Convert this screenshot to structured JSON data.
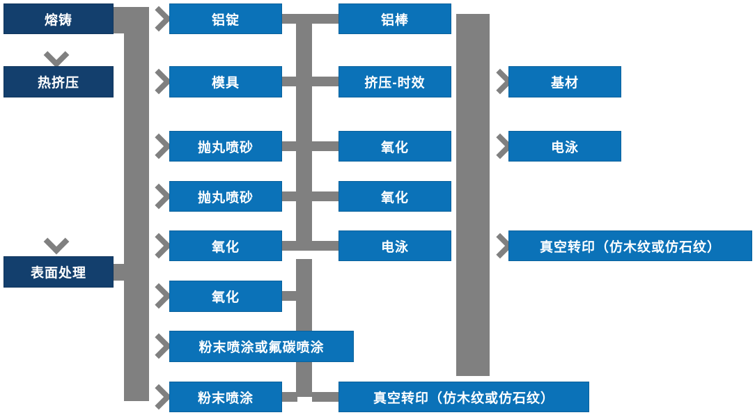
{
  "colors": {
    "dark": "#133f6d",
    "blue": "#0b72b8",
    "gray": "#808080"
  },
  "nodes": {
    "casting": "熔铸",
    "hot_extrusion": "热挤压",
    "surface_treatment": "表面处理",
    "al_ingot": "铝锭",
    "mold": "模具",
    "shot_blasting_1": "抛丸喷砂",
    "shot_blasting_2": "抛丸喷砂",
    "oxidation_c2r5": "氧化",
    "oxidation_c2r6": "氧化",
    "powder_or_fluorocarbon": "粉末喷涂或氟碳喷涂",
    "powder_coating": "粉末喷涂",
    "al_rod": "铝棒",
    "extrusion_aging": "挤压-时效",
    "oxidation_c3r3": "氧化",
    "oxidation_c3r4": "氧化",
    "electrophoresis_c3": "电泳",
    "vacuum_transfer_bottom": "真空转印（仿木纹或仿石纹）",
    "base_material": "基材",
    "electrophoresis_c4": "电泳",
    "vacuum_transfer_right": "真空转印（仿木纹或仿石纹）"
  }
}
